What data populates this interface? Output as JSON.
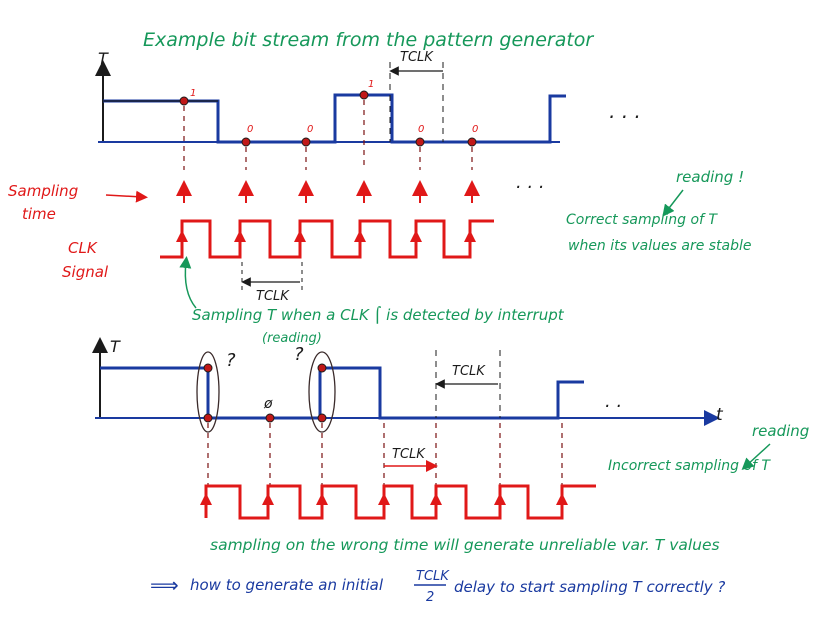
{
  "title": "Example bit stream from the pattern generator",
  "top": {
    "t_axis": "T",
    "bits": [
      "1",
      "0",
      "0",
      "1",
      "0",
      "0"
    ],
    "tclk": "TCLK",
    "ellipsis_signal": "· · ·",
    "ellipsis_arrows": "· · ·"
  },
  "left_labels": {
    "sampling_time_1": "Sampling",
    "sampling_time_2": "time",
    "clk_1": "CLK",
    "clk_2": "Signal"
  },
  "top_notes": {
    "reading": "reading !",
    "correct_1": "Correct sampling of T",
    "correct_2": "when its values are stable",
    "tclk_bottom": "TCLK",
    "interrupt": "Sampling T when a CLK ⌠ is detected by interrupt",
    "reading_paren": "(reading)"
  },
  "bottom": {
    "t_axis": "T",
    "time_axis": "t",
    "q1": "?",
    "q2": "?",
    "zero": "ø",
    "tclk_upper": "TCLK",
    "tclk_lower": "TCLK",
    "ellipsis_signal": "· ·",
    "reading": "reading",
    "incorrect": "Incorrect sampling of T",
    "wrong_time": "sampling on the wrong time will generate unreliable var. T values"
  },
  "footer": {
    "arrow": "⟹",
    "text_a": "how to generate an initial",
    "frac_num": "TCLK",
    "frac_den": "2",
    "text_b": "delay to start sampling T correctly ?"
  },
  "colors": {
    "green": "#16985a",
    "red": "#e01818",
    "blue": "#1a3aa0",
    "dark": "#1b1b1b",
    "dashed": "#7a1010"
  }
}
